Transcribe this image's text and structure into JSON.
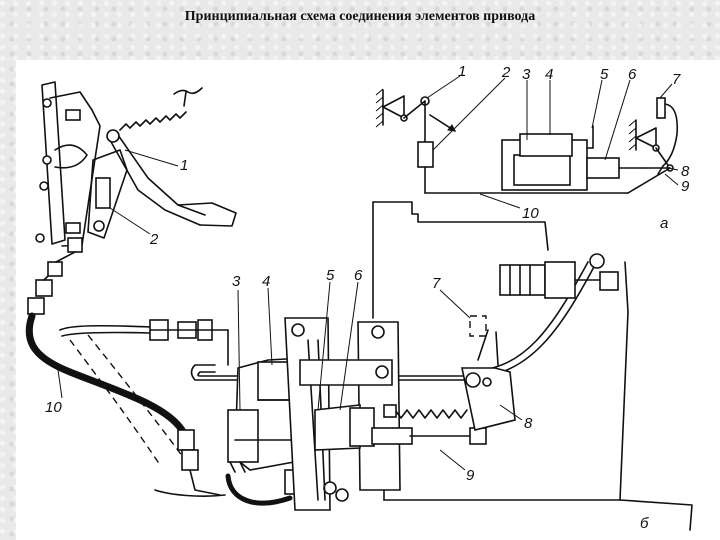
{
  "title": "Принципиальная схема соединения элементов привода",
  "schematic_labels": {
    "l1": "1",
    "l2": "2",
    "l3": "3",
    "l4": "4",
    "l5": "5",
    "l6": "6",
    "l7": "7",
    "l8": "8",
    "l9": "9",
    "l10": "10",
    "part": "а"
  },
  "assembly_labels": {
    "l1": "1",
    "l2": "2",
    "l3": "3",
    "l4": "4",
    "l5": "5",
    "l6": "6",
    "l7": "7",
    "l8": "8",
    "l9": "9",
    "l10": "10",
    "part": "б"
  }
}
